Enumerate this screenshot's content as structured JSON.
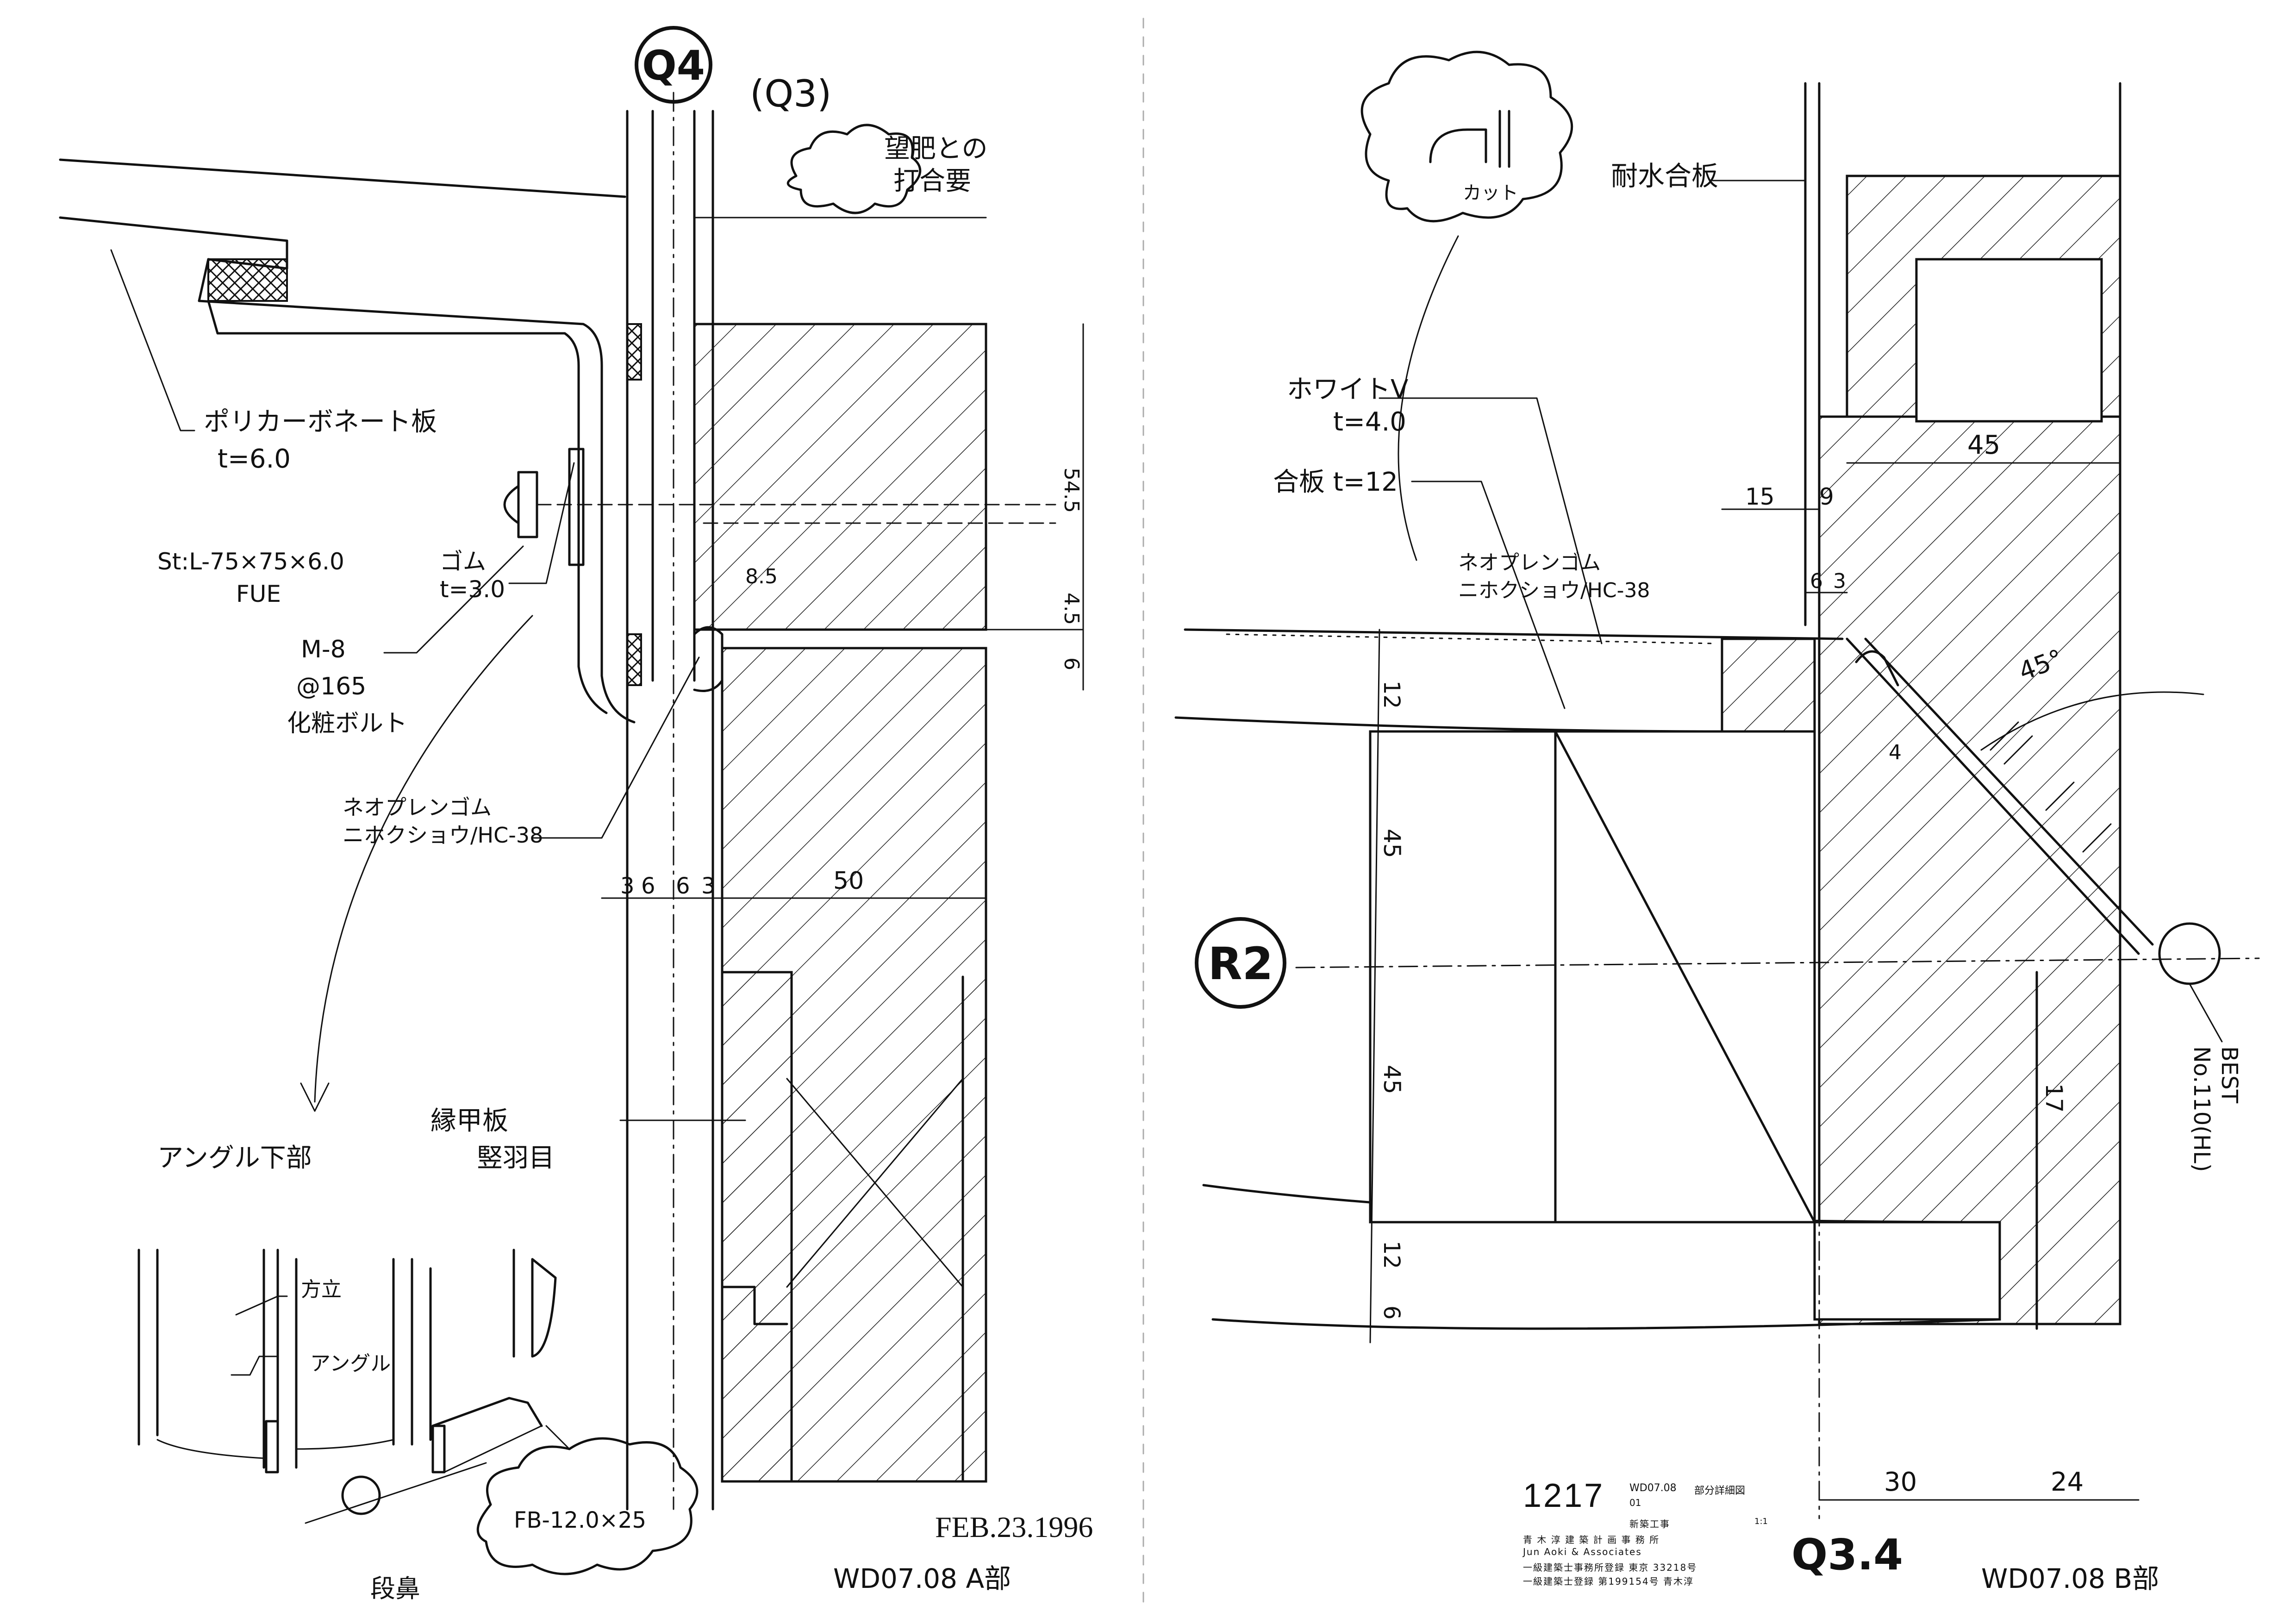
{
  "left_detail": {
    "grid_label": "Q4",
    "grid_label_alt": "(Q3)",
    "note_top_1": "望肥との",
    "note_top_2": "打合要",
    "poly_label": "ポリカーボネート板",
    "poly_thk": "t=6.0",
    "angle_label": "St:L-75×75×6.0",
    "angle_finish": "FUE",
    "rubber_label": "ゴム",
    "rubber_thk": "t=3.0",
    "bolt_label": "M-8",
    "bolt_pitch": "@165",
    "bolt_type": "化粧ボルト",
    "gasket_1": "ネオプレンゴム",
    "gasket_2": "ニホクショウ/HC-38",
    "dim_54_5": "54.5",
    "dim_8_5": "8.5",
    "dim_4_5": "4.5",
    "dim_6": "6",
    "dim_3a": "3",
    "dim_6a": "6",
    "dim_6b": "6",
    "dim_3b": "3",
    "dim_50": "50",
    "angle_bottom": "アングル下部",
    "fascia_1": "縁甲板",
    "fascia_2": "竪羽目",
    "sketch_label_1": "方立",
    "sketch_label_2": "アングル",
    "sketch_fb": "FB-12.0×25",
    "sketch_step": "段鼻",
    "date": "FEB.23.1996",
    "sheet_ref": "WD07.08 A部"
  },
  "right_detail": {
    "cloud_label": "カット",
    "ply_water": "耐水合板",
    "white_v_1": "ホワイトV",
    "white_v_2": "t=4.0",
    "plywood": "合板 t=12",
    "gasket_1": "ネオプレンゴム",
    "gasket_2": "ニホクショウ/HC-38",
    "dim_45_top": "45",
    "dim_15": "15",
    "dim_9": "9",
    "dim_6": "6",
    "dim_3": "3",
    "dim_12_top": "12",
    "dim_45_mid": "45",
    "dim_45_low": "45",
    "dim_12_bot": "12",
    "dim_6_bot": "6",
    "dim_4": "4",
    "angle_45": "45°",
    "dim_17": "17",
    "dim_30": "30",
    "dim_24": "24",
    "grid_label": "R2",
    "best_1": "BEST",
    "best_2": "No.110(HL)",
    "grid_ref": "Q3.4",
    "sheet_ref": "WD07.08 B部"
  },
  "title_block": {
    "number": "1217",
    "code": "WD07.08",
    "seq": "01",
    "title": "部分詳細図",
    "project": "新築工事",
    "scale": "1:1",
    "office_jp": "青 木 淳 建 築 計 画 事 務 所",
    "office_en": "Jun Aoki & Associates",
    "reg_1": "一級建築士事務所登録  東京 33218号",
    "reg_2": "一級建築士登録  第199154号 青木淳"
  }
}
